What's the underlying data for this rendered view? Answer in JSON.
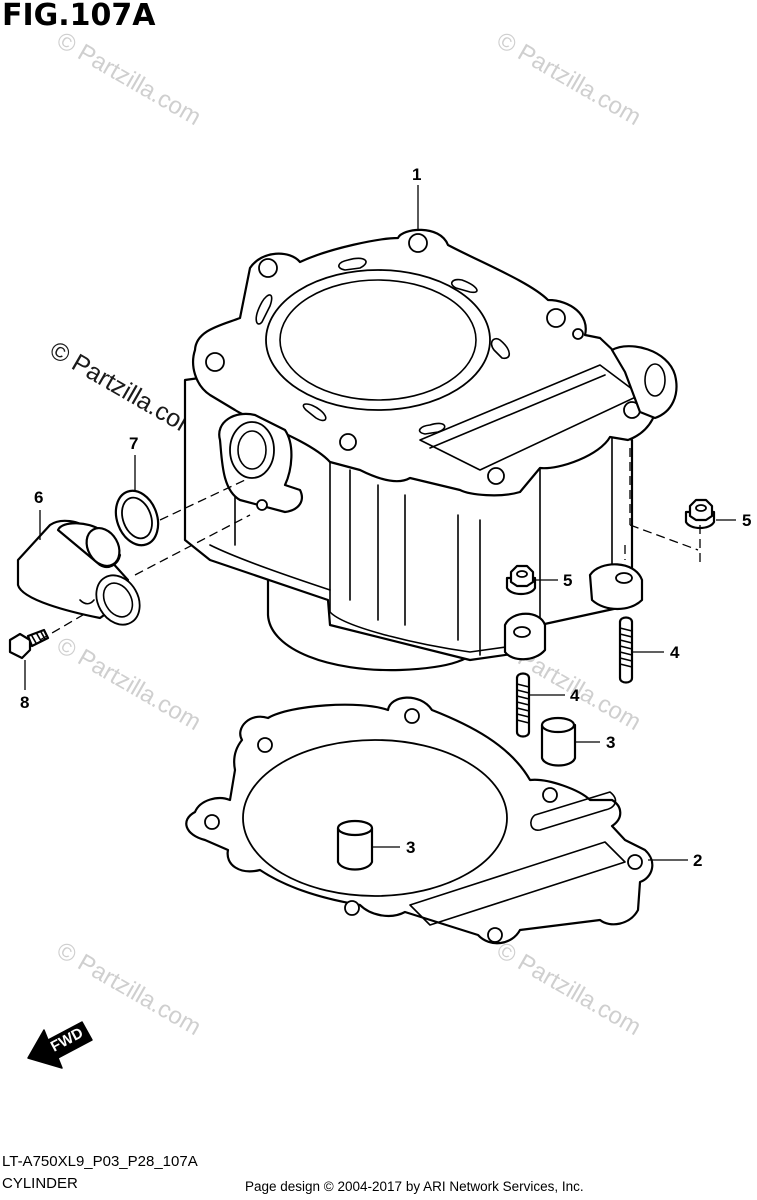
{
  "figure": {
    "title": "FIG.107A",
    "model_code": "LT-A750XL9_P03_P28_107A",
    "subtitle": "CYLINDER",
    "credit": "Page design © 2004-2017 by ARI Network Services, Inc."
  },
  "watermark": {
    "text": "© Partzilla.com"
  },
  "callouts": {
    "c1": "1",
    "c2": "2",
    "c3a": "3",
    "c3b": "3",
    "c4a": "4",
    "c4b": "4",
    "c5a": "5",
    "c5b": "5",
    "c6": "6",
    "c7": "7",
    "c8": "8"
  },
  "fwd": {
    "label": "FWD"
  }
}
